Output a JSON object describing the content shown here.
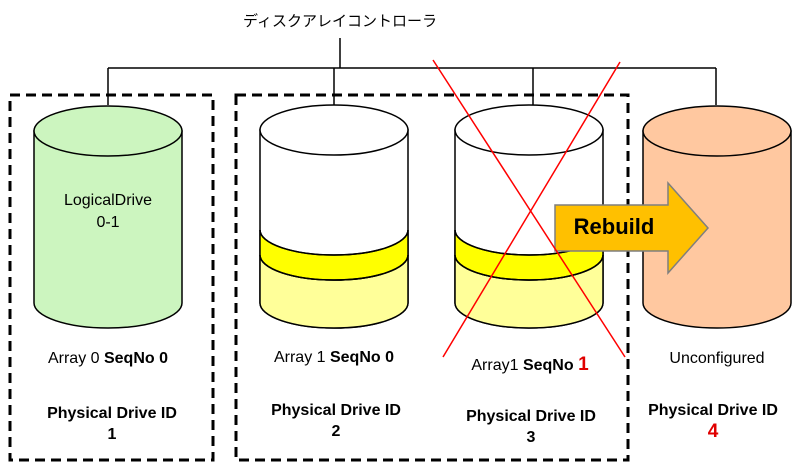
{
  "controller": {
    "label": "ディスクアレイコントローラ"
  },
  "colors": {
    "green": "#ccf5bf",
    "yellow": "#ffff00",
    "pale_yellow": "#ffff99",
    "orange": "#ffc8a0",
    "red_x": "#ff0000",
    "red_text": "#e00000",
    "arrow_fill": "#ffc000"
  },
  "drives": [
    {
      "logical_drive": {
        "line1": "LogicalDrive",
        "line2": "0-1"
      },
      "array": {
        "prefix": "Array 0 ",
        "seqno_label": "SeqNo ",
        "seqno_value": "0"
      },
      "physical": {
        "label": "Physical Drive ID",
        "id": "1"
      }
    },
    {
      "array": {
        "prefix": "Array 1 ",
        "seqno_label": "SeqNo ",
        "seqno_value": "0"
      },
      "physical": {
        "label": "Physical Drive ID",
        "id": "2"
      }
    },
    {
      "status": "failed",
      "array": {
        "prefix": "Array1 ",
        "seqno_label": "SeqNo ",
        "seqno_value": "1"
      },
      "physical": {
        "label": "Physical Drive ID",
        "id": "3"
      }
    },
    {
      "status_text": "Unconfigured",
      "physical": {
        "label": "Physical Drive ID",
        "id": "4"
      }
    }
  ],
  "rebuild_arrow": {
    "label": "Rebuild"
  }
}
